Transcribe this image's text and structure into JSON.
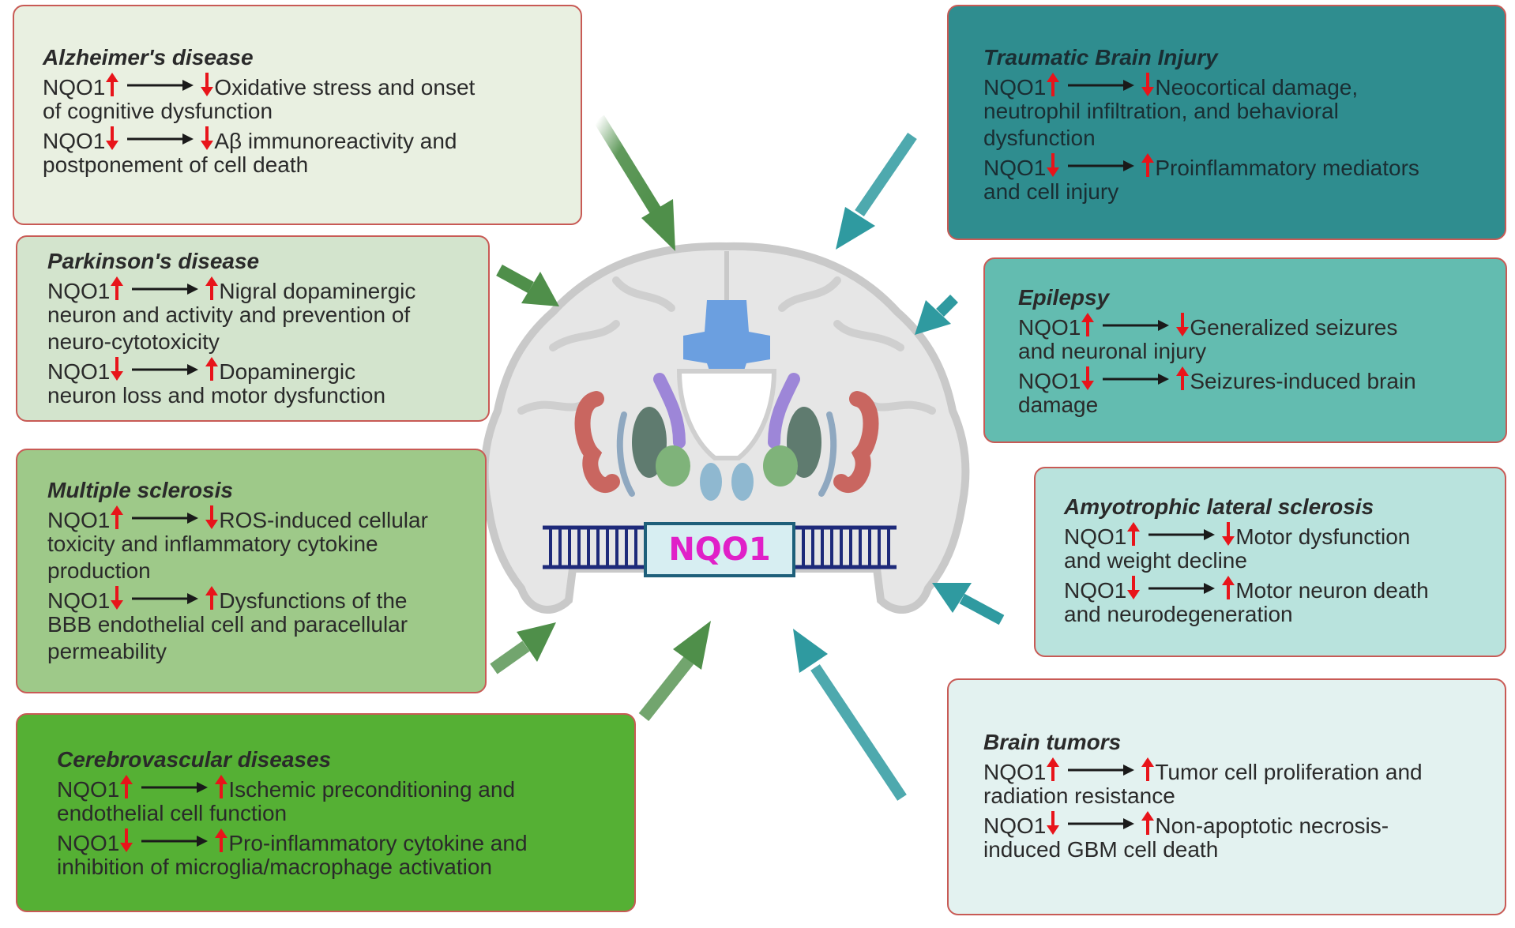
{
  "center": {
    "label": "NQO1"
  },
  "boxes": [
    {
      "id": "alzheimers",
      "title": "Alzheimer's disease",
      "bg": "#e9f0e1",
      "entries": [
        {
          "tag": "NQO1",
          "nqo1": "up",
          "effect": "down",
          "lines": [
            "Oxidative stress and onset",
            "of cognitive dysfunction"
          ]
        },
        {
          "tag": "NQO1",
          "nqo1": "down",
          "effect": "down",
          "lines": [
            "Aβ immunoreactivity and",
            "postponement of cell death"
          ]
        }
      ]
    },
    {
      "id": "parkinsons",
      "title": "Parkinson's disease",
      "bg": "#d3e4cd",
      "entries": [
        {
          "tag": "NQO1",
          "nqo1": "up",
          "effect": "up",
          "lines": [
            "Nigral dopaminergic",
            "neuron and activity and prevention of",
            "neuro-cytotoxicity"
          ]
        },
        {
          "tag": "NQO1",
          "nqo1": "down",
          "effect": "up",
          "lines": [
            "Dopaminergic",
            "neuron loss and motor dysfunction"
          ]
        }
      ]
    },
    {
      "id": "multiple-sclerosis",
      "title": "Multiple sclerosis",
      "bg": "#9ec989",
      "entries": [
        {
          "tag": "NQO1",
          "nqo1": "up",
          "effect": "down",
          "lines": [
            "ROS-induced cellular",
            "toxicity and inflammatory cytokine",
            "production"
          ]
        },
        {
          "tag": "NQO1",
          "nqo1": "down",
          "effect": "up",
          "lines": [
            "Dysfunctions of the",
            "BBB endothelial cell and paracellular",
            "permeability"
          ]
        }
      ]
    },
    {
      "id": "cerebrovascular",
      "title": "Cerebrovascular diseases",
      "bg": "#55b034",
      "entries": [
        {
          "tag": "NQO1",
          "nqo1": "up",
          "effect": "up",
          "lines": [
            "Ischemic preconditioning and",
            "endothelial cell function"
          ]
        },
        {
          "tag": "NQO1",
          "nqo1": "down",
          "effect": "up",
          "lines": [
            "Pro-inflammatory cytokine and",
            "inhibition of microglia/macrophage activation"
          ]
        }
      ]
    },
    {
      "id": "tbi",
      "title": "Traumatic Brain Injury",
      "bg": "#2f8d8f",
      "entries": [
        {
          "tag": "NQO1",
          "nqo1": "up",
          "effect": "down",
          "lines": [
            "Neocortical damage,",
            "neutrophil infiltration, and behavioral",
            "dysfunction"
          ]
        },
        {
          "tag": "NQO1",
          "nqo1": "down",
          "effect": "up",
          "lines": [
            "Proinflammatory mediators",
            "and cell injury"
          ]
        }
      ]
    },
    {
      "id": "epilepsy",
      "title": "Epilepsy",
      "bg": "#63bcb0",
      "entries": [
        {
          "tag": "NQO1",
          "nqo1": "up",
          "effect": "down",
          "lines": [
            "Generalized seizures",
            "and neuronal injury"
          ]
        },
        {
          "tag": "NQO1",
          "nqo1": "down",
          "effect": "up",
          "lines": [
            "Seizures-induced brain",
            "damage"
          ]
        }
      ]
    },
    {
      "id": "als",
      "title": "Amyotrophic lateral sclerosis",
      "bg": "#b9e3dd",
      "entries": [
        {
          "tag": "NQO1",
          "nqo1": "up",
          "effect": "down",
          "lines": [
            "Motor dysfunction",
            "and weight decline"
          ]
        },
        {
          "tag": "NQO1",
          "nqo1": "down",
          "effect": "up",
          "lines": [
            "Motor neuron death",
            "and neurodegeneration"
          ]
        }
      ]
    },
    {
      "id": "brain-tumors",
      "title": "Brain tumors",
      "bg": "#e3f2f0",
      "entries": [
        {
          "tag": "NQO1",
          "nqo1": "up",
          "effect": "up",
          "lines": [
            "Tumor cell proliferation and",
            "radiation resistance"
          ]
        },
        {
          "tag": "NQO1",
          "nqo1": "down",
          "effect": "up",
          "lines": [
            "Non-apoptotic necrosis-",
            "induced GBM cell death"
          ]
        }
      ]
    }
  ],
  "colors": {
    "indicator_arrow": "#e8141a",
    "connector_arrow": "#1a1a1a",
    "green_pointer": "#4f8f4a",
    "teal_pointer": "#2f9aa0",
    "dna_strand": "#1e2a7a",
    "nqo1_text": "#e020c8"
  }
}
